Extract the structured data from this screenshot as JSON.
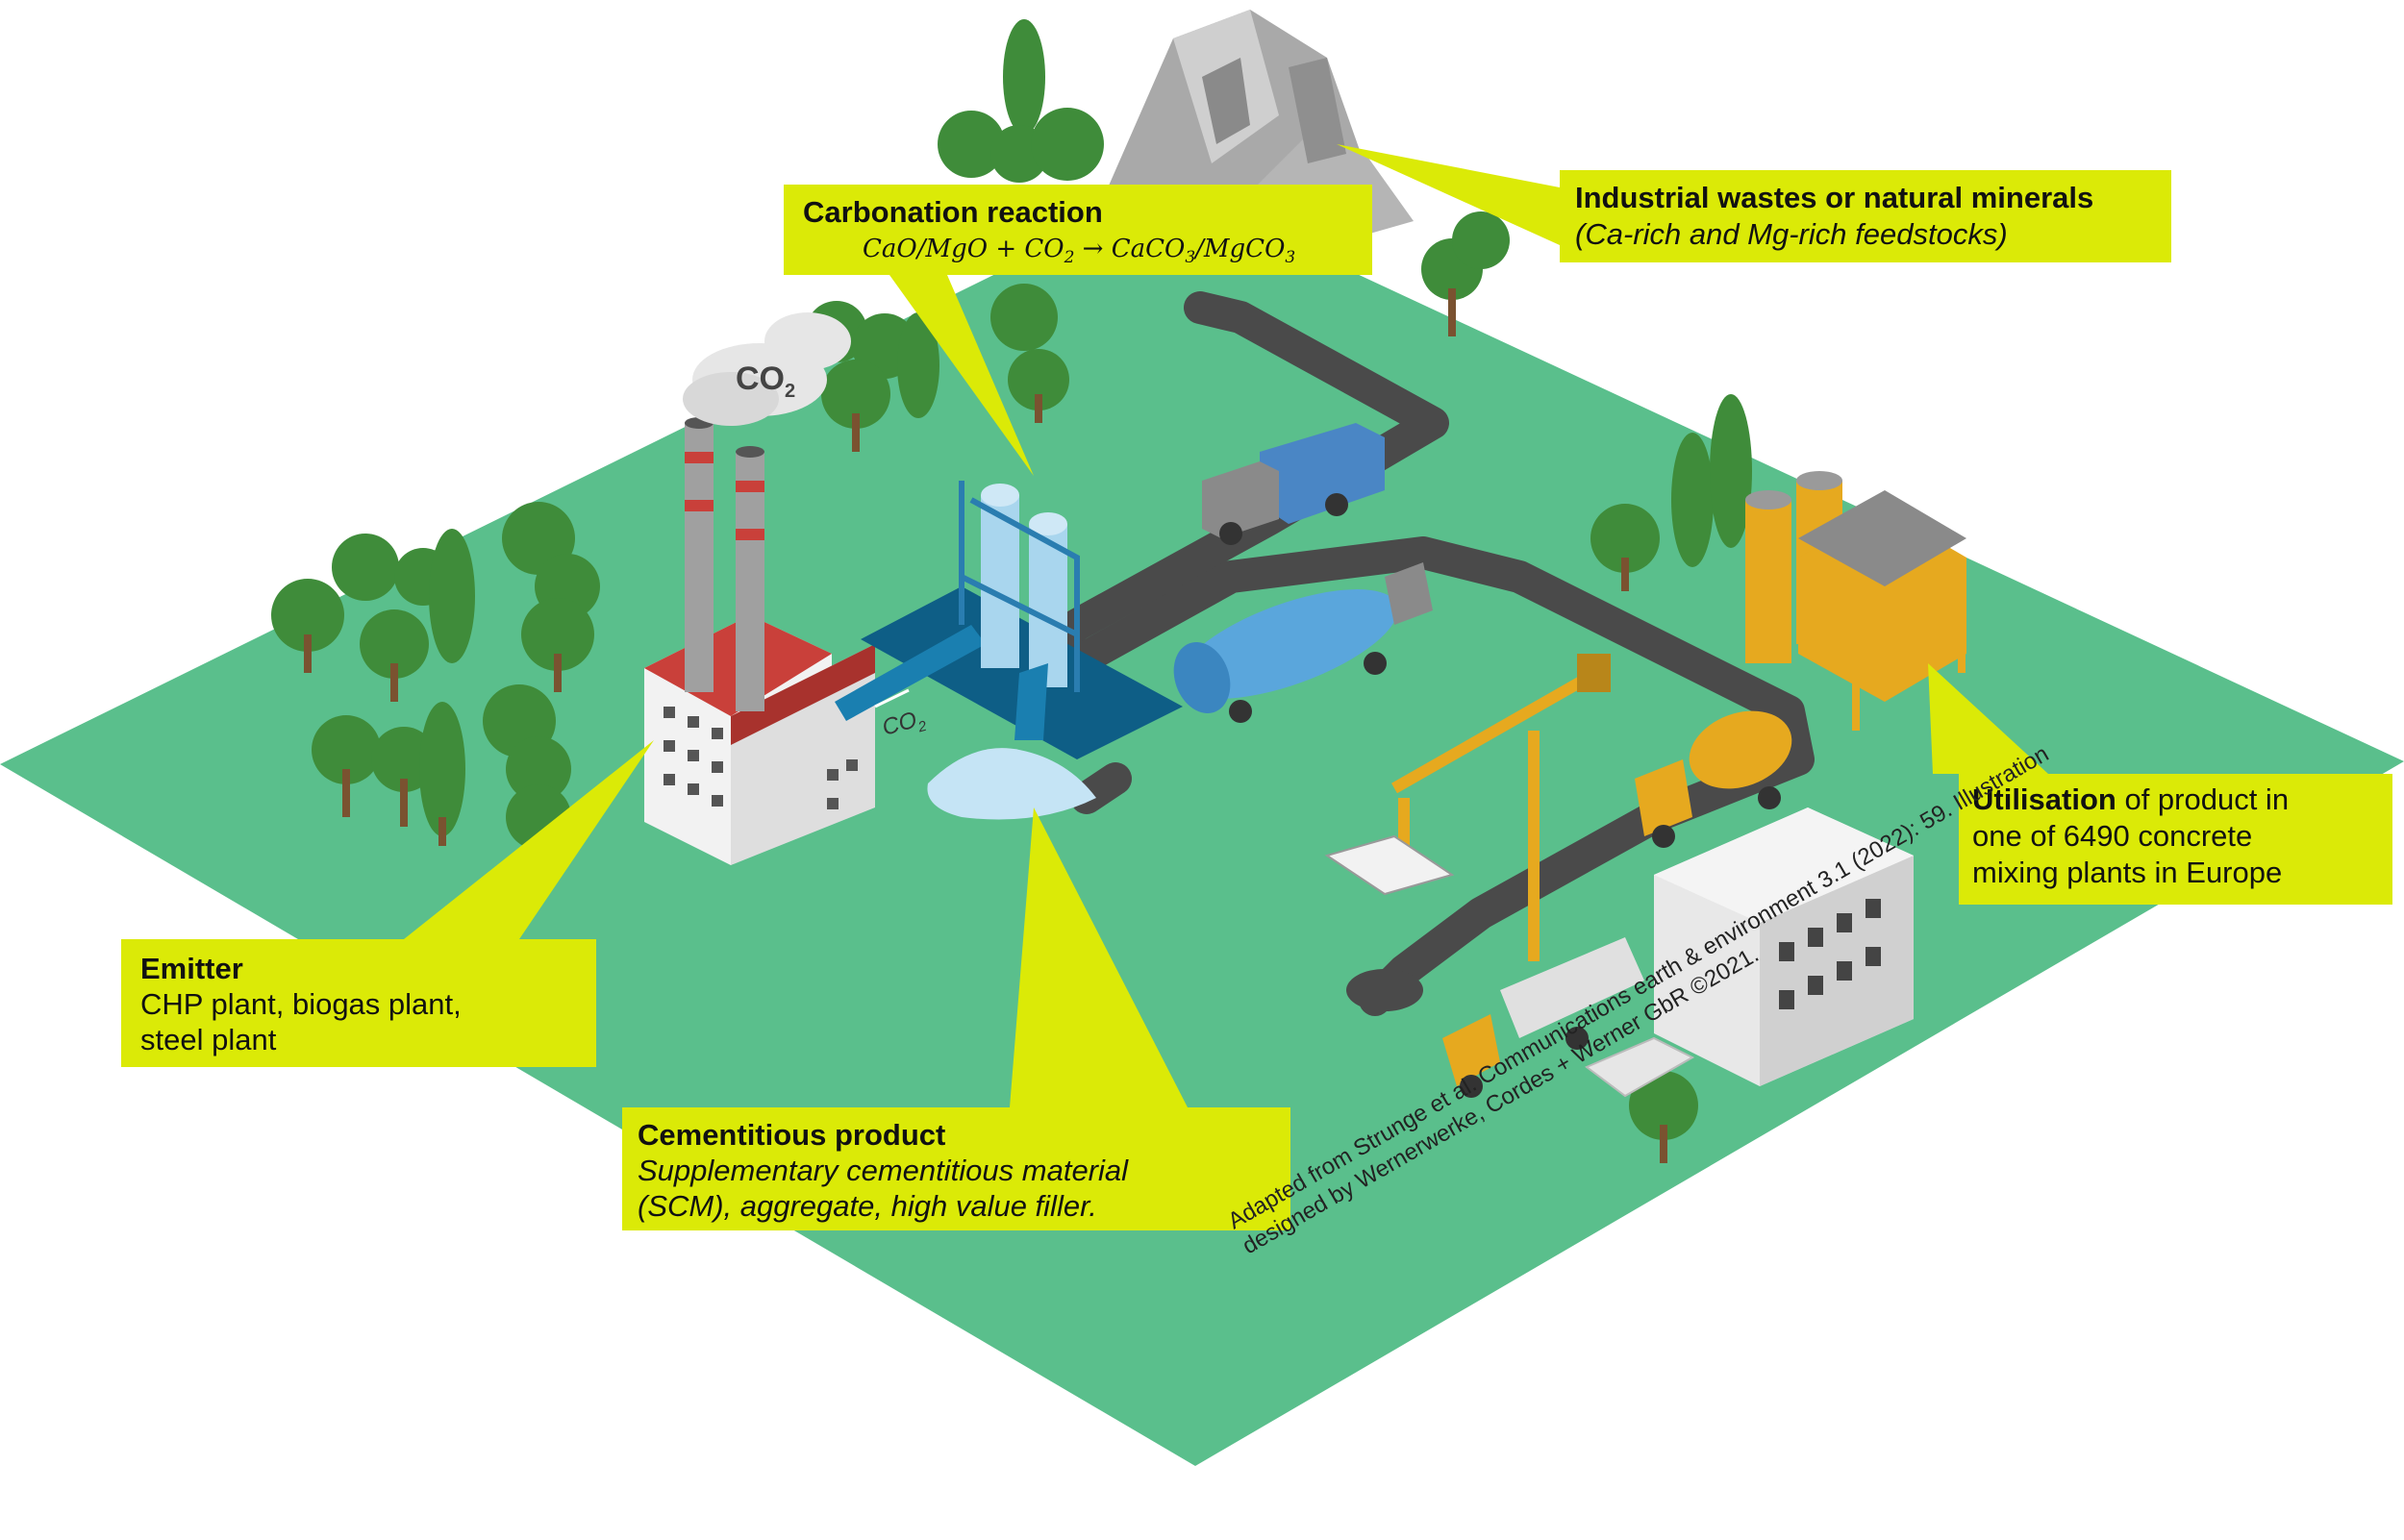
{
  "callouts": {
    "carbonation": {
      "title": "Carbonation reaction",
      "eq_reactants": "CaO/MgO  + CO",
      "eq_sub1": "2",
      "eq_arrow": " → CaCO",
      "eq_sub2": "3",
      "eq_mid": "/MgCO",
      "eq_sub3": "3"
    },
    "industrial": {
      "title": "Industrial wastes or natural minerals",
      "subtitle": "(Ca-rich and Mg-rich feedstocks)"
    },
    "utilisation": {
      "title": "Utilisation",
      "text_line1": " of product in",
      "text_line2": "one of 6490 concrete",
      "text_line3": "mixing plants in Europe"
    },
    "emitter": {
      "title": "Emitter",
      "line1": "CHP plant, biogas plant,",
      "line2": "steel plant"
    },
    "cementitious": {
      "title": "Cementitious product",
      "line1": "Supplementary cementitious material",
      "line2": "(SCM), aggregate, high value filler."
    }
  },
  "labels": {
    "co2_cloud_main": "CO",
    "co2_cloud_sub": "2",
    "co2_pipe_main": "CO",
    "co2_pipe_sub": "2"
  },
  "credit": {
    "line1": "Adapted from Strunge et al. Communications earth & environment 3.1 (2022): 59. Illustration",
    "line2": "designed by Wernerwerke, Cordes + Werner GbR ©2021."
  },
  "colors": {
    "ground": "#5abf8c",
    "road": "#4a4a4a",
    "callout": "#dbea07",
    "tree": "#3f8c3a",
    "plant_red": "#c9403a",
    "reactor_blue": "#a9d6ee",
    "pad_blue": "#0e5e86",
    "crane_yellow": "#e6a91f"
  }
}
